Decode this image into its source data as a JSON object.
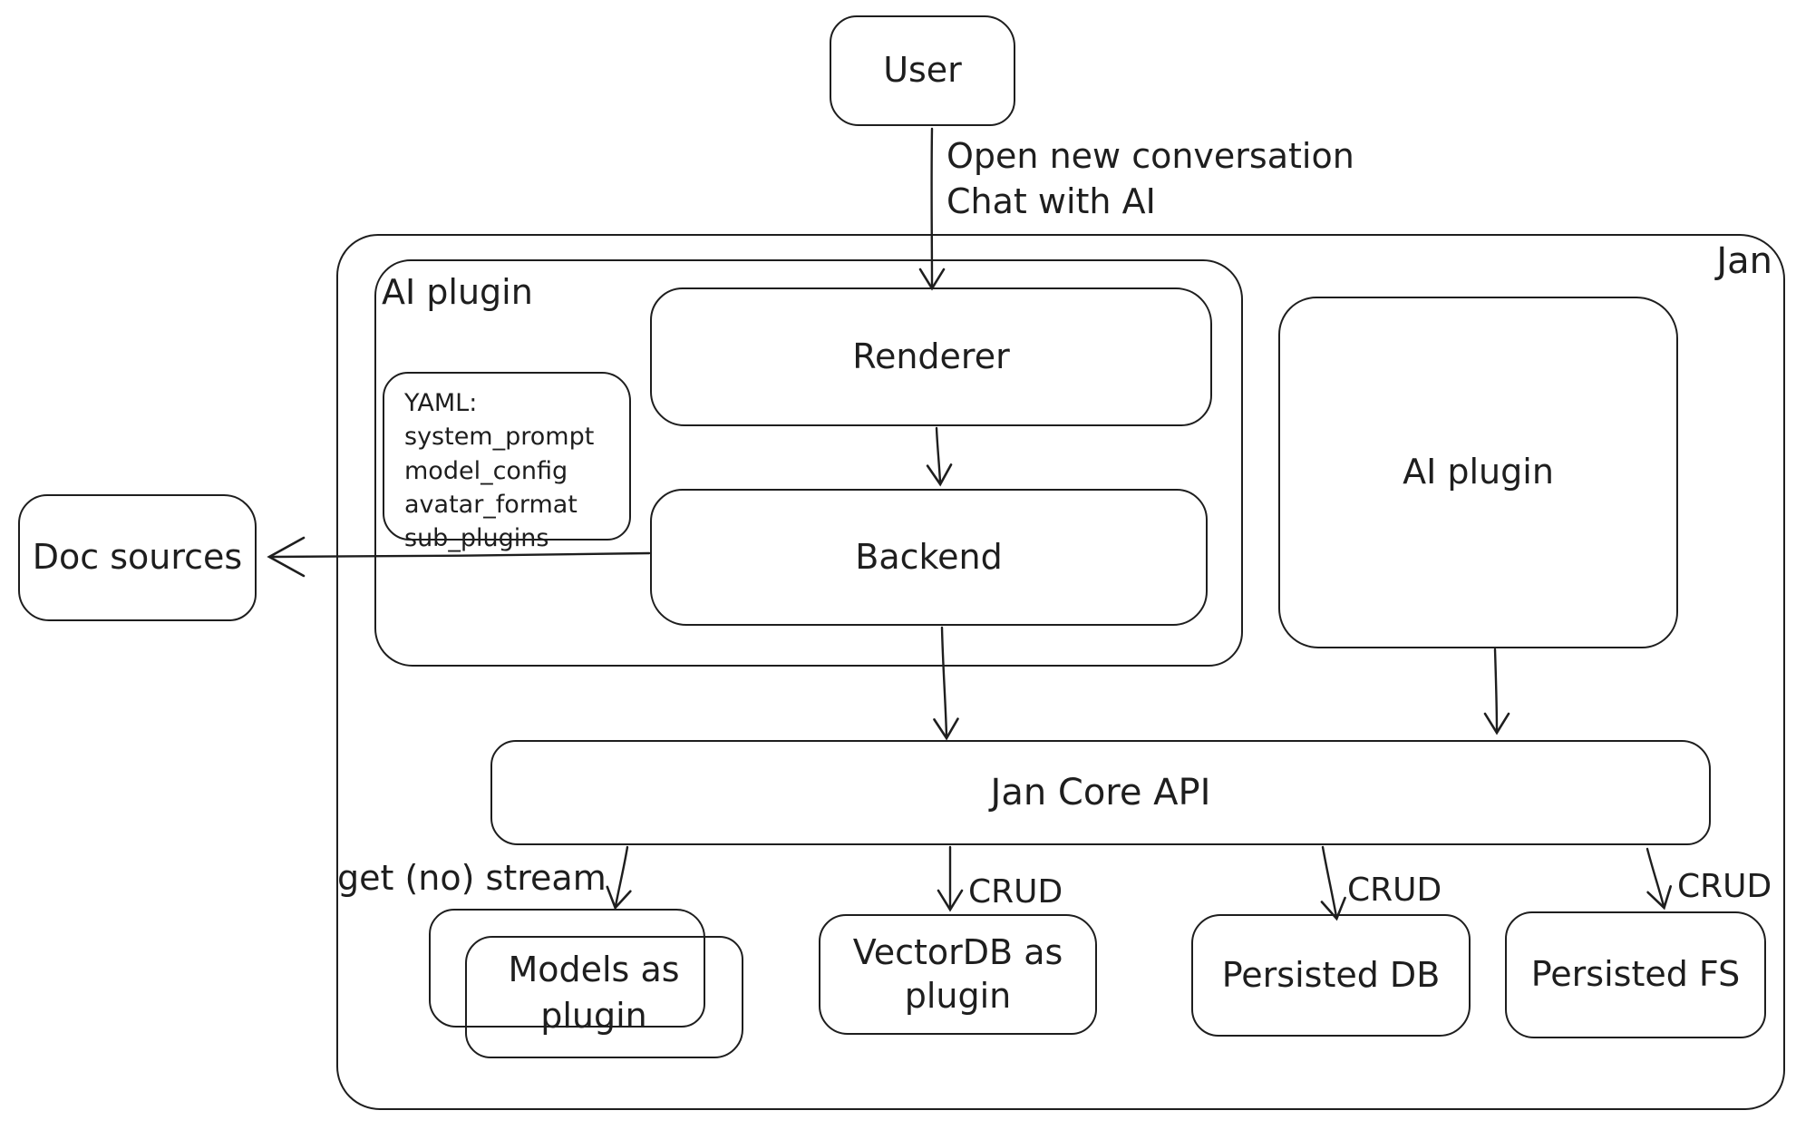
{
  "colors": {
    "stroke": "#1e1e1e",
    "background": "#ffffff"
  },
  "nodes": {
    "user": {
      "label": "User"
    },
    "jan": {
      "label": "Jan"
    },
    "ai_plugin_left": {
      "label": "AI plugin"
    },
    "renderer": {
      "label": "Renderer"
    },
    "backend": {
      "label": "Backend"
    },
    "yaml_note": {
      "title": "YAML:",
      "lines": [
        "system_prompt",
        "model_config",
        "avatar_format",
        "sub_plugins"
      ]
    },
    "doc_sources": {
      "label": "Doc sources"
    },
    "ai_plugin_right": {
      "label": "AI plugin"
    },
    "jan_core_api": {
      "label": "Jan Core API"
    },
    "models_plugin": {
      "label": "Models as plugin"
    },
    "vectordb_plugin": {
      "label": "VectorDB as plugin"
    },
    "persisted_db": {
      "label": "Persisted DB"
    },
    "persisted_fs": {
      "label": "Persisted FS"
    }
  },
  "edge_labels": {
    "user_action_line1": "Open new conversation",
    "user_action_line2": "Chat with AI",
    "get_no_stream": "get (no) stream",
    "crud_vectordb": "CRUD",
    "crud_persisted_db": "CRUD",
    "crud_persisted_fs": "CRUD"
  }
}
